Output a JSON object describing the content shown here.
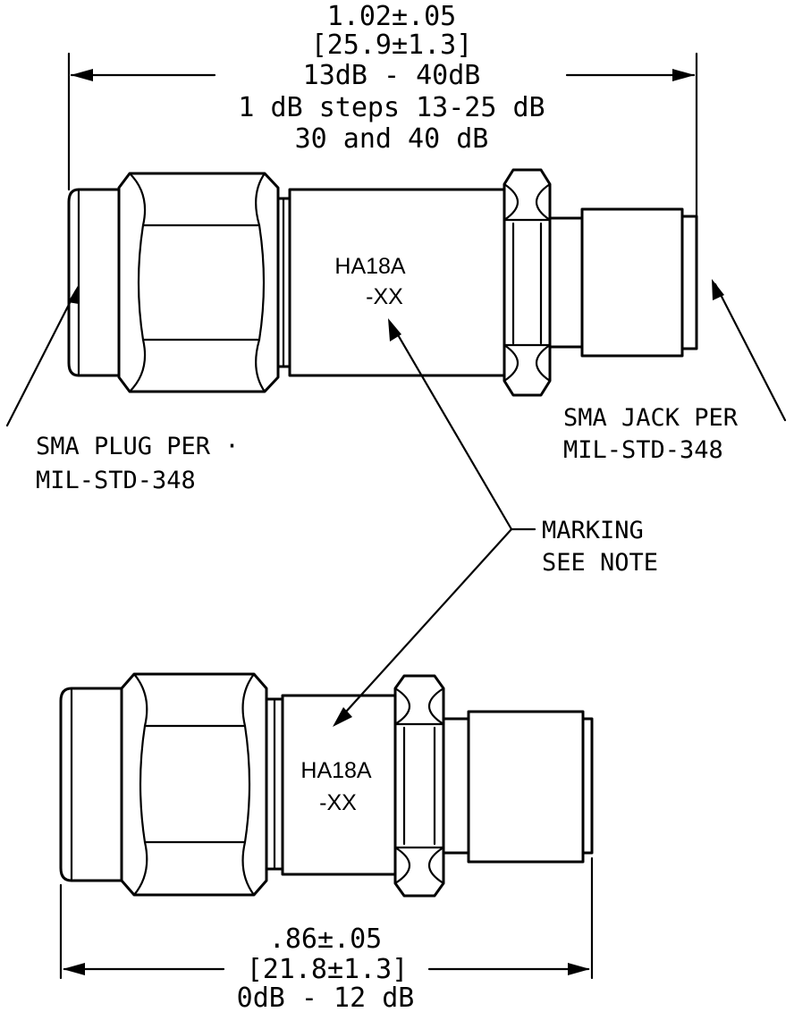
{
  "top_dimension": {
    "inch": "1.02±.05",
    "mm": "[25.9±1.3]",
    "range": "13dB - 40dB",
    "steps": "1 dB steps 13-25 dB",
    "extra": "30 and 40 dB"
  },
  "bottom_dimension": {
    "inch": ".86±.05",
    "mm": "[21.8±1.3]",
    "range": "0dB - 12 dB"
  },
  "labels": {
    "plug_line1": "SMA PLUG PER ·",
    "plug_line2": "MIL-STD-348",
    "jack_line1": "SMA JACK PER",
    "jack_line2": "MIL-STD-348",
    "marking_line1": "MARKING",
    "marking_line2": "SEE NOTE"
  },
  "top_part": {
    "marking_line1": "HA18A",
    "marking_line2": "-XX"
  },
  "bottom_part": {
    "marking_line1": "HA18A",
    "marking_line2": "-XX"
  }
}
